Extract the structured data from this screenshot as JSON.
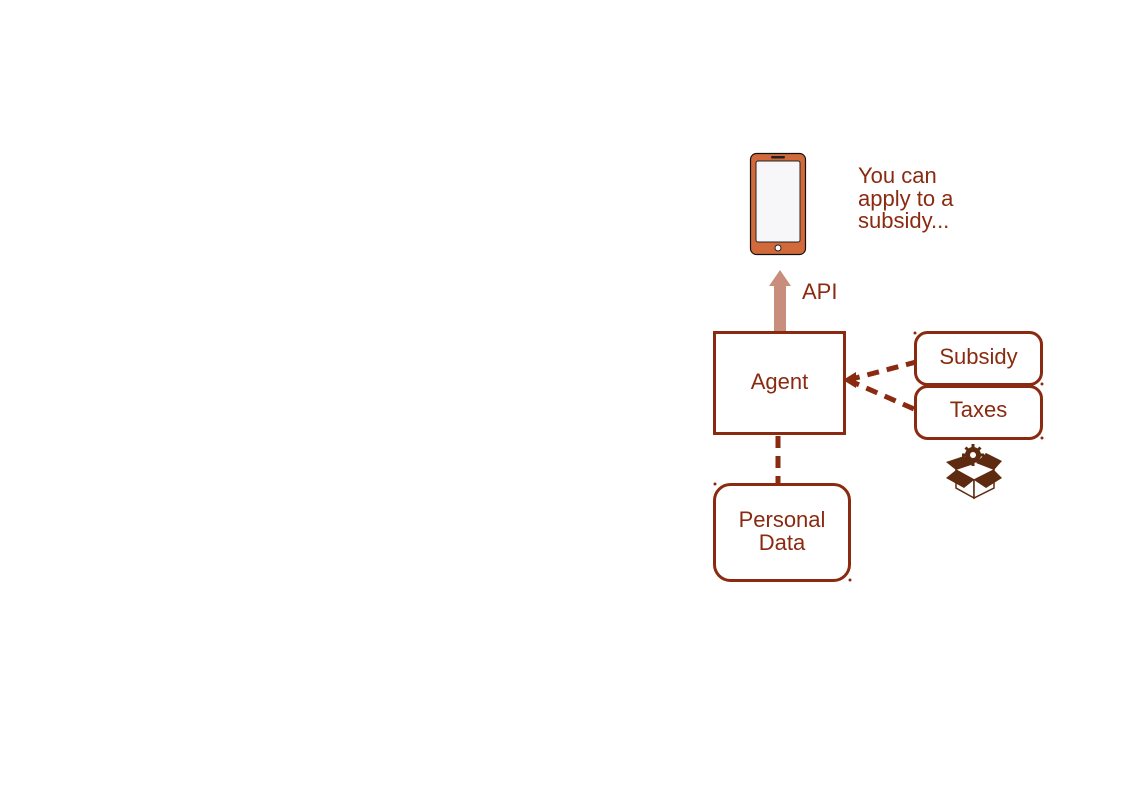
{
  "notification": {
    "lines": [
      "You can",
      "apply to a",
      "subsidy..."
    ]
  },
  "api": {
    "label": "API"
  },
  "agent": {
    "label": "Agent"
  },
  "services": {
    "subsidy": "Subsidy",
    "taxes": "Taxes"
  },
  "personal_data": {
    "lines": [
      "Personal",
      "Data"
    ]
  },
  "colors": {
    "primary": "#8a2a10",
    "phone_body": "#d2693a",
    "api_arrow": "#c98d7e",
    "package_icon": "#5e2a10"
  },
  "icons": {
    "device": "smartphone-icon",
    "package": "package-settings-icon"
  }
}
